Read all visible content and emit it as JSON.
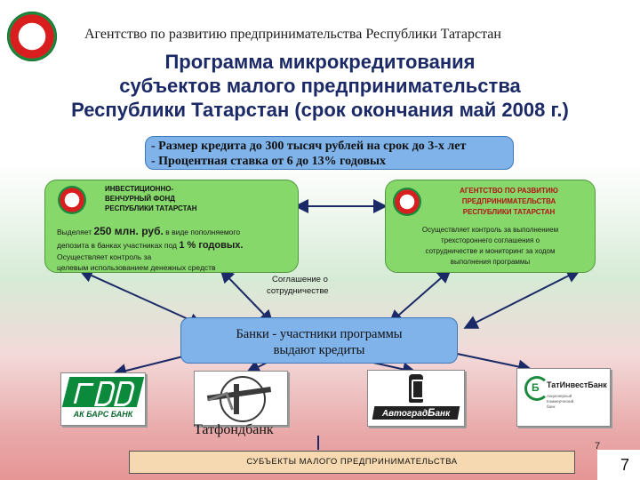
{
  "header": {
    "agency": "Агентство по развитию предпринимательства Республики Татарстан"
  },
  "title": {
    "line1": "Программа микрокредитования",
    "line2": "субъектов малого предпринимательства",
    "line3": "Республики Татарстан (срок окончания май 2008 г.)"
  },
  "terms": {
    "line1": "- Размер кредита до 300 тысяч рублей на срок до 3-х лет",
    "line2": "- Процентная ставка от 6 до 13% годовых"
  },
  "left_box": {
    "title1": "ИНВЕСТИЦИОННО-",
    "title2": "ВЕНЧУРНЫЙ ФОНД",
    "title3": "РЕСПУБЛИКИ ТАТАРСТАН",
    "text_a": "Выделяет ",
    "text_b": "250 млн. руб.",
    "text_c": " в виде пополняемого",
    "text_d": "депозита в банках участниках под ",
    "text_e": "1 % годовых.",
    "text_f": "Осуществляет контроль за",
    "text_g": "целевым использованием денежных средств"
  },
  "right_box": {
    "title1": "АГЕНТСТВО ПО РАЗВИТИЮ",
    "title2": "ПРЕДПРИНИМАТЕЛЬСТВА",
    "title3": "РЕСПУБЛИКИ ТАТАРСТАН",
    "text1": "Осуществляет контроль за выполнением",
    "text2": "трехстороннего соглашения о",
    "text3": "сотрудничестве и  мониторинг за ходом",
    "text4": "выполнения программы"
  },
  "agreement": {
    "line1": "Соглашение о",
    "line2": "сотрудничестве"
  },
  "banks_box": {
    "line1": "Банки - участники программы",
    "line2": "выдают кредиты"
  },
  "banks": {
    "akbars": "АК  БАРС  БАНК",
    "tatfond_caption": "Татфондбанк",
    "avtograd": "Автоград",
    "avtograd_suffix": "анк",
    "tatinvest": "ТатИнвестБанк",
    "tatinvest_sub1": "Акционерный",
    "tatinvest_sub2": "Коммерческий",
    "tatinvest_sub3": "банк"
  },
  "footer": {
    "subjects": "СУБЪЕКТЫ МАЛОГО ПРЕДПРИНИМАТЕЛЬСТВА",
    "page_small": "7",
    "page_big": "7"
  },
  "colors": {
    "green_box": "#86d86a",
    "blue_box": "#7fb3ea",
    "title_navy": "#1b2a66",
    "accent_red": "#c0182a",
    "subjects_box": "#f6d9b0"
  }
}
